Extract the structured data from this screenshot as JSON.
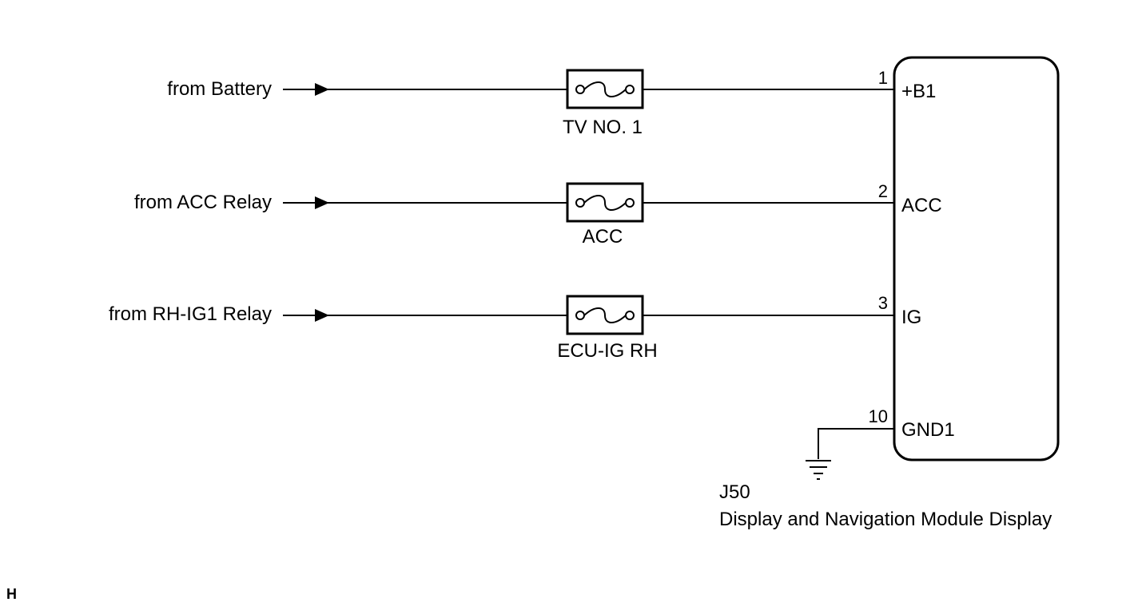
{
  "circuits": [
    {
      "source": "from Battery",
      "fuse": "TV NO. 1",
      "pin": "1",
      "terminal": "+B1"
    },
    {
      "source": "from ACC Relay",
      "fuse": "ACC",
      "pin": "2",
      "terminal": "ACC"
    },
    {
      "source": "from RH-IG1 Relay",
      "fuse": "ECU-IG RH",
      "pin": "3",
      "terminal": "IG"
    }
  ],
  "ground": {
    "pin": "10",
    "terminal": "GND1"
  },
  "module": {
    "connector": "J50",
    "name": "Display and Navigation Module Display"
  },
  "corner_mark": "H",
  "colors": {
    "line": "#000000",
    "background": "#ffffff"
  }
}
